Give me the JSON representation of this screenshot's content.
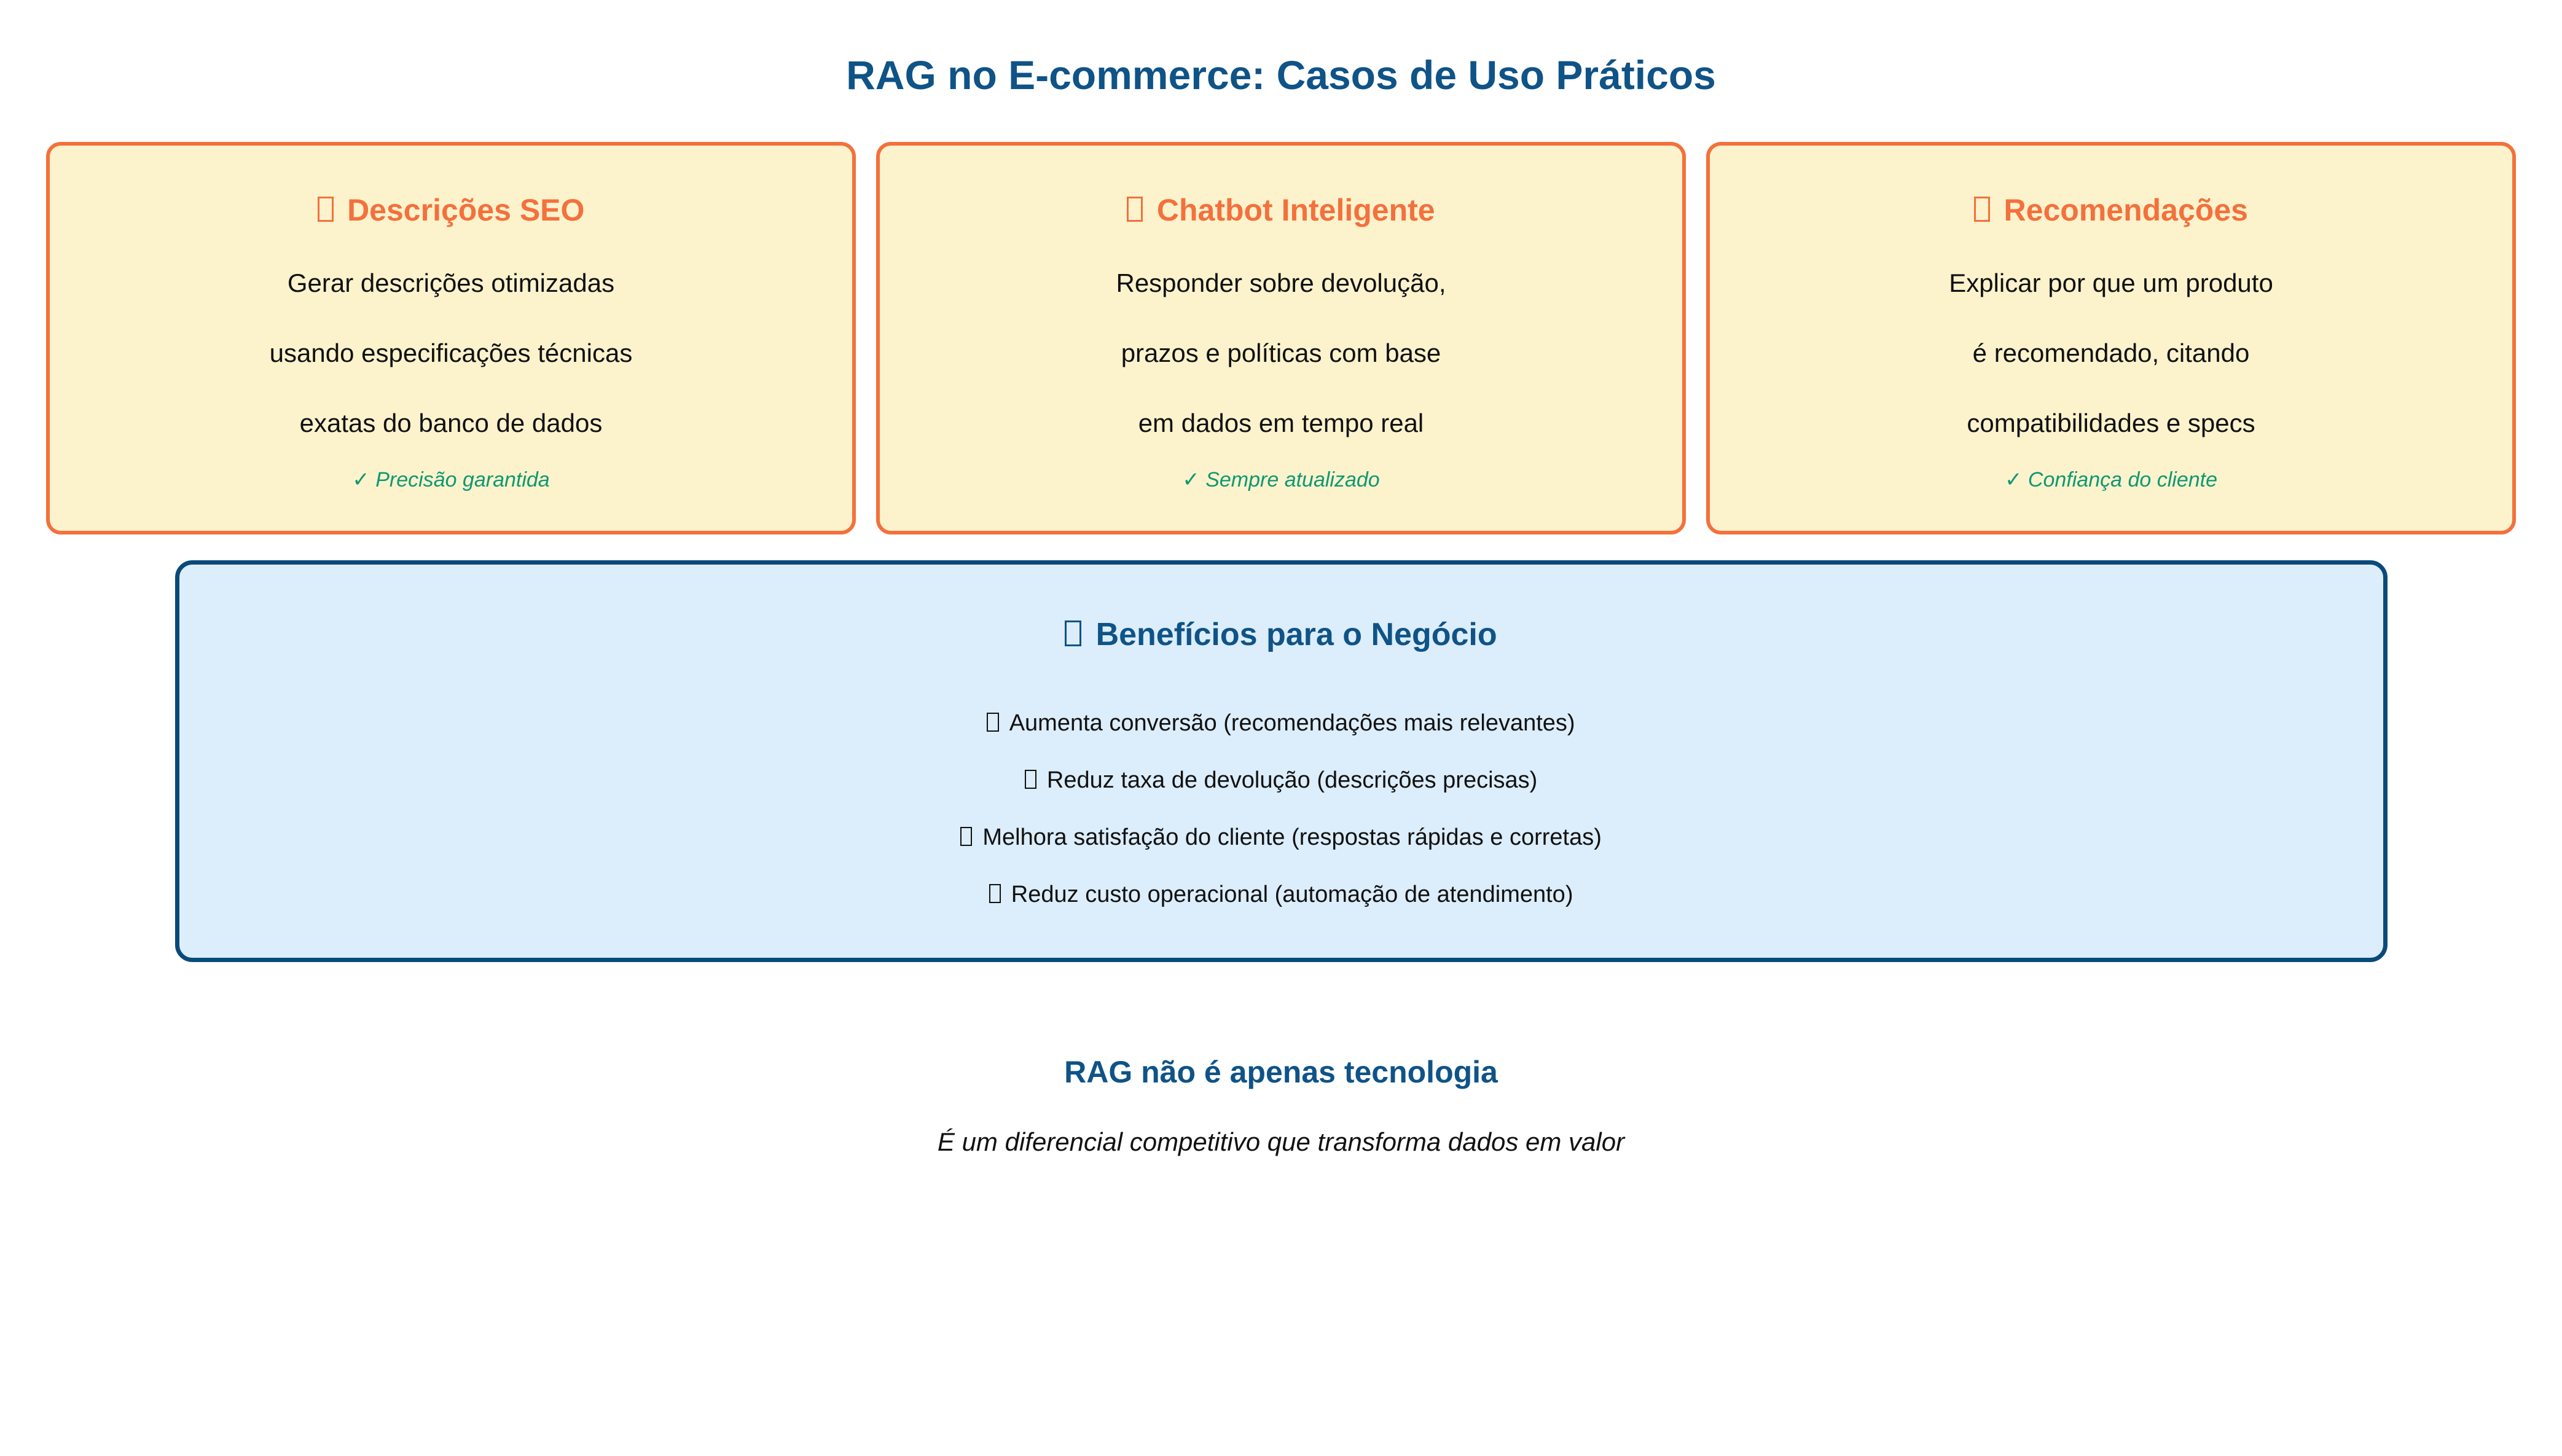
{
  "title": "RAG no E-commerce: Casos de Uso Práticos",
  "colors": {
    "heading_blue": "#0F5387",
    "card_border_orange": "#F4703C",
    "card_bg_cream": "#FCF3CD",
    "check_green": "#0F9872",
    "benefits_border_blue": "#0A4A7A",
    "benefits_bg_blue": "#DCEDFB",
    "body_text": "#111111",
    "page_bg": "#FFFFFF"
  },
  "cards": [
    {
      "icon": "missing-glyph-icon",
      "title": "Descrições SEO",
      "lines": [
        "Gerar descrições otimizadas",
        "usando especificações técnicas",
        "exatas do banco de dados"
      ],
      "check": "✓ Precisão garantida"
    },
    {
      "icon": "missing-glyph-icon",
      "title": "Chatbot Inteligente",
      "lines": [
        "Responder sobre devolução,",
        "prazos e políticas com base",
        "em dados em tempo real"
      ],
      "check": "✓ Sempre atualizado"
    },
    {
      "icon": "missing-glyph-icon",
      "title": "Recomendações",
      "lines": [
        "Explicar por que um produto",
        "é recomendado, citando",
        "compatibilidades e specs"
      ],
      "check": "✓ Confiança do cliente"
    }
  ],
  "benefits": {
    "icon": "missing-glyph-icon",
    "title": "Benefícios para o Negócio",
    "items": [
      {
        "icon": "missing-glyph-icon",
        "text": "Aumenta conversão (recomendações mais relevantes)"
      },
      {
        "icon": "missing-glyph-icon",
        "text": "Reduz taxa de devolução (descrições precisas)"
      },
      {
        "icon": "missing-glyph-icon",
        "text": "Melhora satisfação do cliente (respostas rápidas e corretas)"
      },
      {
        "icon": "missing-glyph-icon",
        "text": "Reduz custo operacional (automação de atendimento)"
      }
    ]
  },
  "footer": {
    "heading": "RAG não é apenas tecnologia",
    "subtext": "É um diferencial competitivo que transforma dados em valor"
  }
}
